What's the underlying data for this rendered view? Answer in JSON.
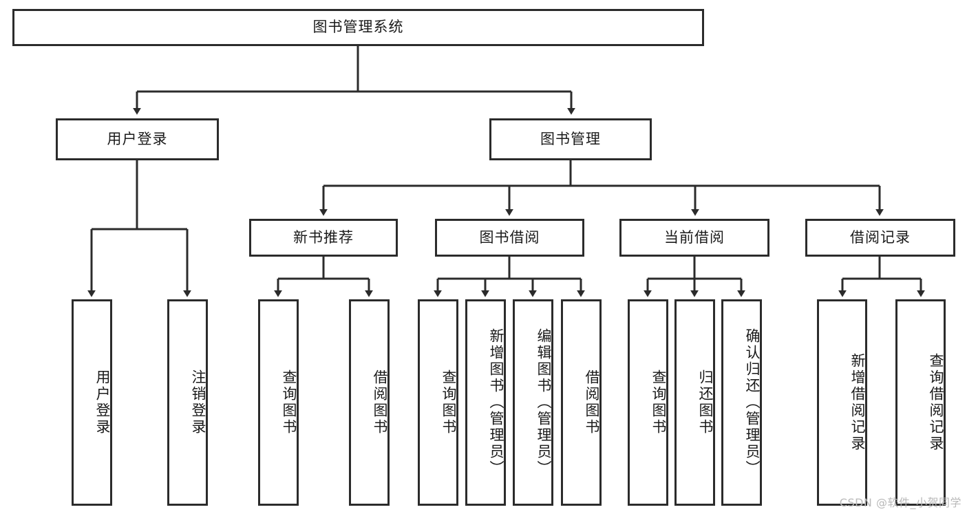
{
  "diagram": {
    "title": "图书管理系统",
    "type": "tree",
    "watermark": "CSDN @软件_小贺同学",
    "colors": {
      "background": "#ffffff",
      "box_border": "#2b2b2b",
      "box_fill": "#ffffff",
      "edge": "#2b2b2b",
      "text": "#1a1a1a",
      "watermark": "#b9b9b9"
    },
    "levels": {
      "root": {
        "label": "图书管理系统"
      },
      "level1": [
        {
          "label": "用户登录"
        },
        {
          "label": "图书管理"
        }
      ],
      "level2": [
        {
          "label": "新书推荐"
        },
        {
          "label": "图书借阅"
        },
        {
          "label": "当前借阅"
        },
        {
          "label": "借阅记录"
        }
      ],
      "level3": [
        {
          "label": "用户登录",
          "parent": "用户登录"
        },
        {
          "label": "注销登录",
          "parent": "用户登录"
        },
        {
          "label": "查询图书",
          "parent": "新书推荐"
        },
        {
          "label": "借阅图书",
          "parent": "新书推荐"
        },
        {
          "label": "查询图书",
          "parent": "图书借阅"
        },
        {
          "label": "新增图书（管理员）",
          "parent": "图书借阅"
        },
        {
          "label": "编辑图书（管理员）",
          "parent": "图书借阅"
        },
        {
          "label": "借阅图书",
          "parent": "图书借阅"
        },
        {
          "label": "查询图书",
          "parent": "当前借阅"
        },
        {
          "label": "归还图书",
          "parent": "当前借阅"
        },
        {
          "label": "确认归还（管理员）",
          "parent": "当前借阅"
        },
        {
          "label": "新增借阅记录",
          "parent": "借阅记录"
        },
        {
          "label": "查询借阅记录",
          "parent": "借阅记录"
        }
      ]
    }
  }
}
